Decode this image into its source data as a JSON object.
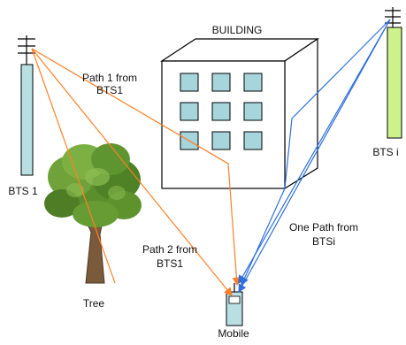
{
  "labels": {
    "building": "BUILDING",
    "bts1": "BTS 1",
    "btsi": "BTS i",
    "tree": "Tree",
    "mobile": "Mobile",
    "path1_line1": "Path 1 from",
    "path1_line2": "BTS1",
    "path2_line1": "Path 2 from",
    "path2_line2": "BTS1",
    "onepath_line1": "One Path from",
    "onepath_line2": "BTSi"
  },
  "colors": {
    "orange_path": "#ff7f27",
    "blue_path": "#2f6fdc",
    "bts1_fill": "#b9dfe3",
    "btsi_fill": "#ccf28c",
    "window_fill": "#a6d5dc",
    "mobile_fill": "#b9dfe3"
  }
}
